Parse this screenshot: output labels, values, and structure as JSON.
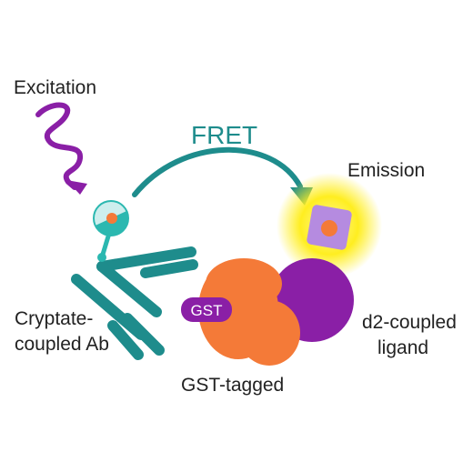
{
  "labels": {
    "excitation": "Excitation",
    "fret": "FRET",
    "emission": "Emission",
    "cryptate_line1": "Cryptate-",
    "cryptate_line2": "coupled Ab",
    "gst_badge": "GST",
    "gst_tagged": "GST-tagged",
    "d2_line1": "d2-coupled",
    "d2_line2": "ligand"
  },
  "colors": {
    "teal": "#1e8c8c",
    "teal_light": "#2bb8b0",
    "purple": "#8a1fa6",
    "purple_light": "#b58be0",
    "orange": "#f47a38",
    "glow": "#fff03a",
    "text": "#222222"
  }
}
